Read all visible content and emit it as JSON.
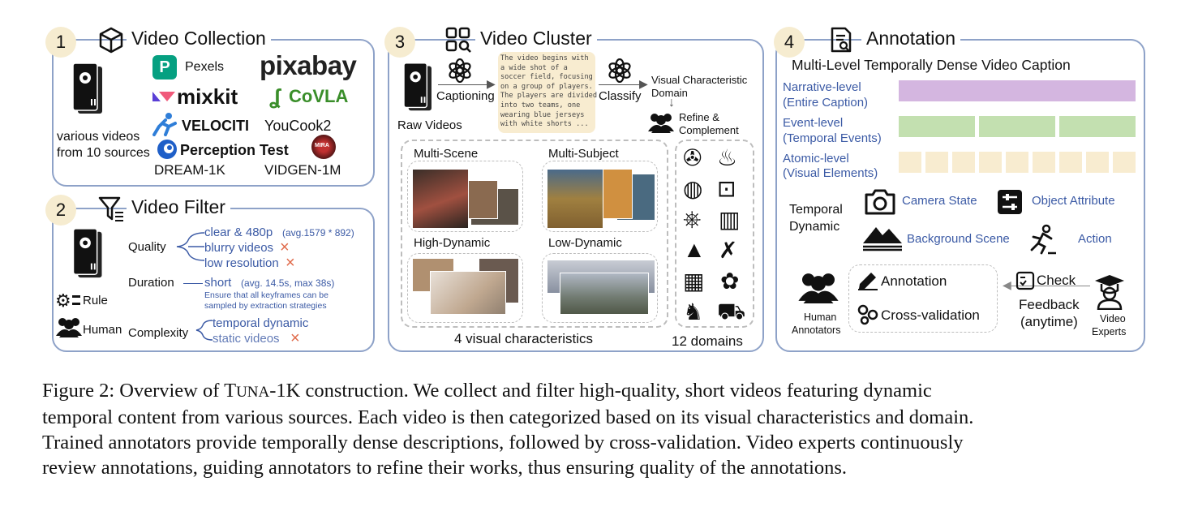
{
  "panel1": {
    "number": "1",
    "title": "Video Collection",
    "videos_label_line1": "various videos",
    "videos_label_line2": "from 10 sources",
    "sources": [
      "Pexels",
      "pixabay",
      "mixkit",
      "CoVLA",
      "VELOCITI",
      "YouCook2",
      "Perception Test",
      "MIRA",
      "DREAM-1K",
      "VIDGEN-1M"
    ]
  },
  "panel2": {
    "number": "2",
    "title": "Video Filter",
    "quality_label": "Quality",
    "quality_items": [
      "clear & 480p",
      "(avg.1579 * 892)",
      "blurry videos",
      "low resolution"
    ],
    "duration_label": "Duration",
    "duration_main": "short",
    "duration_detail": "(avg. 14.5s, max 38s)",
    "duration_note_line1": "Ensure that all keyframes can be",
    "duration_note_line2": "sampled by extraction strategies",
    "complexity_label": "Complexity",
    "complexity_items": [
      "temporal dynamic",
      "static videos"
    ],
    "rule_label": "Rule",
    "human_label": "Human",
    "reject_mark": "×"
  },
  "panel3": {
    "number": "3",
    "title": "Video Cluster",
    "raw_videos": "Raw Videos",
    "captioning": "Captioning",
    "classify": "Classify",
    "caption_text": [
      "The video begins with",
      "a wide shot of a",
      "soccer field, focusing",
      "on a group of players.",
      "The players are divided",
      "into two teams, one",
      "wearing blue jerseys",
      "with white shorts ..."
    ],
    "visual_char_line1": "Visual Characteristic",
    "visual_char_line2": "Domain",
    "refine_line1": "Refine &",
    "refine_line2": "Complement",
    "characteristics": [
      "Multi-Scene",
      "Multi-Subject",
      "High-Dynamic",
      "Low-Dynamic"
    ],
    "footer_left": "4 visual characteristics",
    "footer_right": "12 domains"
  },
  "panel4": {
    "number": "4",
    "title": "Annotation",
    "subtitle": "Multi-Level Temporally Dense Video Caption",
    "levels": [
      {
        "name": "Narrative-level",
        "desc": "(Entire Caption)",
        "color": "#d4b6e0",
        "segments": 1
      },
      {
        "name": "Event-level",
        "desc": "(Temporal Events)",
        "color": "#c3e0b0",
        "segments": 3
      },
      {
        "name": "Atomic-level",
        "desc": "(Visual Elements)",
        "color": "#f8ecd0",
        "segments": 9
      }
    ],
    "temporal_line1": "Temporal",
    "temporal_line2": "Dynamic",
    "dynamics": [
      "Camera State",
      "Object Attribute",
      "Background Scene",
      "Action"
    ],
    "human_annotators_line1": "Human",
    "human_annotators_line2": "Annotators",
    "annotation": "Annotation",
    "cross_validation": "Cross-validation",
    "check": "Check",
    "feedback_line1": "Feedback",
    "feedback_line2": "(anytime)",
    "experts_line1": "Video",
    "experts_line2": "Experts"
  },
  "caption": {
    "line1_prefix": "Figure 2: Overview of T",
    "line1_sc": "UNA",
    "line1_rest": "-1K construction. We collect and filter high-quality, short videos featuring dynamic",
    "line2": "temporal content from various sources. Each video is then categorized based on its visual characteristics and domain.",
    "line3": "Trained annotators provide temporally dense descriptions, followed by cross-validation. Video experts continuously",
    "line4": "review annotations, guiding annotators to refine their works, thus ensuring quality of the annotations."
  },
  "colors": {
    "border": "#8ea2c8",
    "badge": "#f6ecd0",
    "blue_text": "#3b5aa5",
    "reject": "#e06a4a"
  }
}
